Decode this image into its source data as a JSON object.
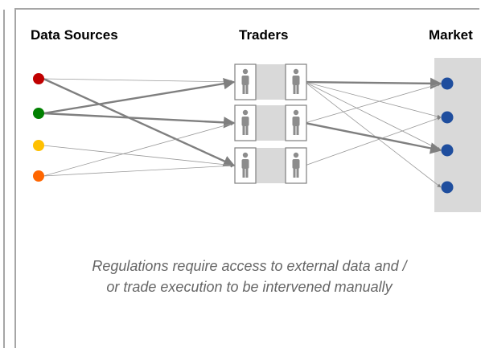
{
  "headings": {
    "sources": "Data Sources",
    "traders": "Traders",
    "markets": "Market"
  },
  "caption": {
    "line1": "Regulations require access to external data and /",
    "line2": "or trade execution to be intervened manually"
  },
  "colors": {
    "source_1": "#c00000",
    "source_2": "#008000",
    "source_3": "#ffc000",
    "source_4": "#ff6600",
    "market": "#1f4e9e",
    "market_panel": "#d9d9d9",
    "trader_panel": "#d9d9d9",
    "arrow": "#7f7f7f"
  },
  "icons": {
    "trader": "person-icon",
    "source": "circle-dot",
    "market": "circle-dot"
  },
  "flows": [
    {
      "from": "source-1",
      "to": "trader-1",
      "emphasis": "thin"
    },
    {
      "from": "source-1",
      "to": "trader-3",
      "emphasis": "thick"
    },
    {
      "from": "source-2",
      "to": "trader-1",
      "emphasis": "thick"
    },
    {
      "from": "source-2",
      "to": "trader-2",
      "emphasis": "thick"
    },
    {
      "from": "source-3",
      "to": "trader-3",
      "emphasis": "thin"
    },
    {
      "from": "source-4",
      "to": "trader-2",
      "emphasis": "thin"
    },
    {
      "from": "source-4",
      "to": "trader-3",
      "emphasis": "thin"
    },
    {
      "from": "trader-1",
      "to": "market-1",
      "emphasis": "thick"
    },
    {
      "from": "trader-1",
      "to": "market-2",
      "emphasis": "thin"
    },
    {
      "from": "trader-1",
      "to": "market-3",
      "emphasis": "thin"
    },
    {
      "from": "trader-1",
      "to": "market-4",
      "emphasis": "thin"
    },
    {
      "from": "trader-2",
      "to": "market-1",
      "emphasis": "thin"
    },
    {
      "from": "trader-2",
      "to": "market-3",
      "emphasis": "thick"
    },
    {
      "from": "trader-3",
      "to": "market-2",
      "emphasis": "thin"
    }
  ]
}
